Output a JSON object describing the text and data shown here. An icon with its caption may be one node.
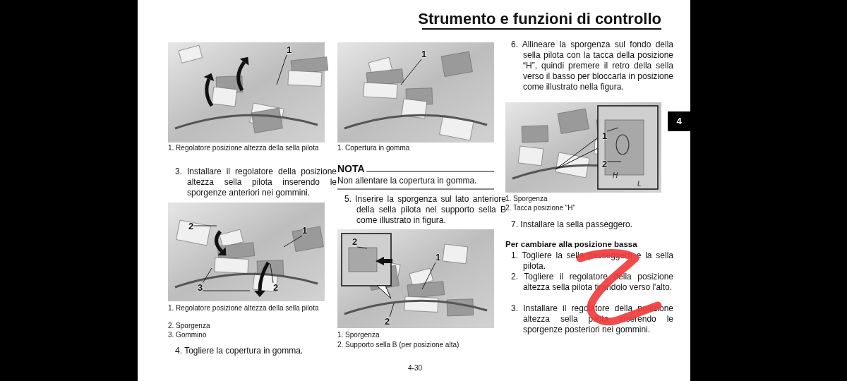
{
  "diagram": {
    "title": "Strumento e funzioni di controllo",
    "nodes": [
      {
        "text": [
          "1"
        ]
      },
      {
        "text": [
          "1"
        ]
      },
      {
        "text": [
          "2"
        ]
      },
      {
        "text": [
          "1"
        ]
      },
      {
        "text": [
          "3"
        ]
      },
      {
        "text": [
          "2"
        ]
      },
      {
        "text": [
          "2"
        ]
      },
      {
        "text": [
          "1"
        ]
      },
      {
        "text": [
          "2"
        ]
      },
      {
        "text": [
          "1"
        ]
      },
      {
        "text": [
          "2"
        ]
      }
    ],
    "edges": [
      {
        "from": 0,
        "to": null,
        "arrow": "none"
      },
      {
        "from": 1,
        "to": null,
        "arrow": "none"
      },
      {
        "from": 2,
        "to": null,
        "arrow": "none"
      },
      {
        "from": 3,
        "to": null,
        "arrow": "none"
      },
      {
        "from": 4,
        "to": null,
        "arrow": "none"
      },
      {
        "from": 4,
        "to": null,
        "arrow": "none"
      },
      {
        "from": 5,
        "to": null,
        "arrow": "none"
      },
      {
        "from": 6,
        "to": null,
        "arrow": "none"
      },
      {
        "from": 7,
        "to": null,
        "arrow": "none"
      },
      {
        "from": 8,
        "to": null,
        "arrow": "none"
      },
      {
        "from": 9,
        "to": null,
        "arrow": "none"
      },
      {
        "from": 10,
        "to": null,
        "arrow": "none"
      }
    ],
    "labels": [
      "1. Regolatore posizione altezza della sella pilota",
      "3. Installare il regolatore della posizione altezza sella pilota inserendo le sporgenze anteriori nei gommini.",
      "1. Regolatore posizione altezza della sella pilota",
      "2. Sporgenza",
      "3. Gommino",
      "4. Togliere la copertura in gomma.",
      "1. Copertura in gomma",
      "NOTA",
      "Non allentare la copertura in gomma.",
      "5. Inserire la sporgenza sul lato anteriore della sella pilota nel supporto sella B come illustrato in figura.",
      "1. Sporgenza",
      "2. Supporto sella B (per posizione alta)",
      "6. Allineare la sporgenza sul fondo della sella pilota con la tacca della posizione “H”, quindi premere il retro della sella verso il basso per bloccarla in posizione come illustrato nella figura.",
      "1. Sporgenza",
      "2. Tacca posizione “H”",
      "7. Installare la sella passeggero.",
      "Per cambiare alla posizione bassa",
      "1. Togliere la sella passeggero e la sella pilota.",
      "2. Togliere il regolatore della posizione altezza sella pilota tirandolo verso l'alto.",
      "3. Installare il regolatore della posizione altezza sella pilota inserendo le sporgenze posteriori nei gommini.",
      "4",
      "4-30",
      "H",
      "L"
    ]
  }
}
